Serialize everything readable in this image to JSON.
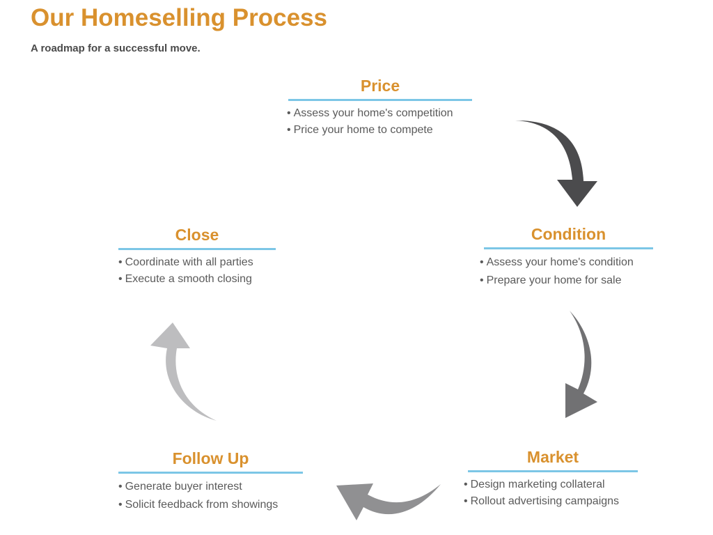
{
  "header": {
    "title": "Our Homeselling Process",
    "subtitle": "A roadmap for a successful move."
  },
  "steps": [
    {
      "id": "price",
      "title": "Price",
      "bullets": [
        "Assess your home's competition",
        "Price your home to compete"
      ]
    },
    {
      "id": "condition",
      "title": "Condition",
      "bullets": [
        "Assess your home's condition",
        "Prepare your home for sale"
      ]
    },
    {
      "id": "market",
      "title": "Market",
      "bullets": [
        "Design marketing collateral",
        "Rollout advertising campaigns"
      ]
    },
    {
      "id": "follow-up",
      "title": "Follow Up",
      "bullets": [
        "Generate buyer interest",
        "Solicit feedback from showings"
      ]
    },
    {
      "id": "close",
      "title": "Close",
      "bullets": [
        "Coordinate with all parties",
        "Execute a smooth closing"
      ]
    }
  ],
  "bullet_glyph": "•",
  "colors": {
    "title": "#d9912e",
    "rule": "#7cc6e6",
    "text": "#5a5a5a",
    "arrow_1": "#4b4b4d",
    "arrow_2": "#717173",
    "arrow_3": "#909092",
    "arrow_4": "#bdbdbf"
  }
}
